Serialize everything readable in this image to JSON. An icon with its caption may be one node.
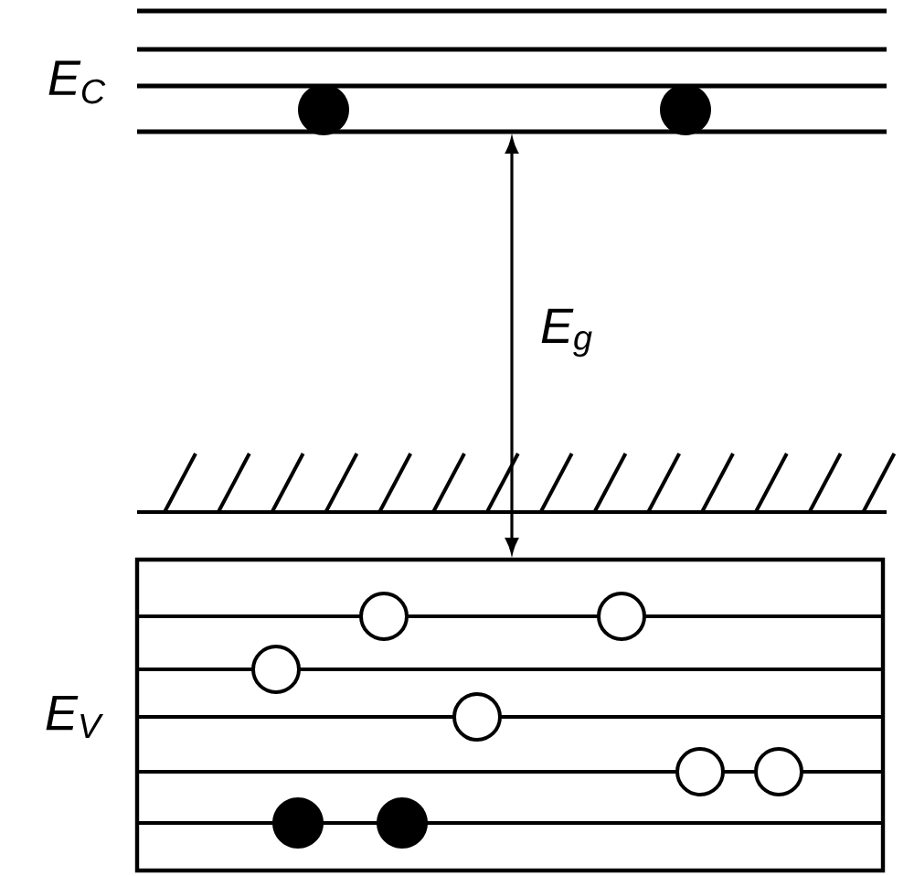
{
  "diagram": {
    "labels": [
      "E$_{C}$",
      "E$_{g}$",
      "E$_{V}$"
    ]
  }
}
